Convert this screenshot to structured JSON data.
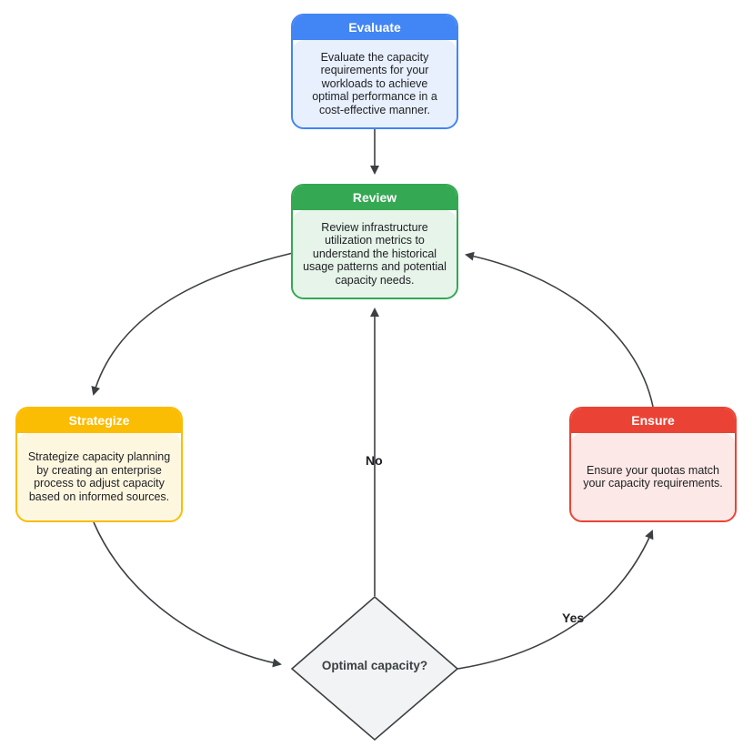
{
  "colors": {
    "evaluate": "#4285f4",
    "review": "#34a853",
    "strategize": "#fbbc04",
    "ensure": "#ea4335",
    "decision_fill": "#f1f3f4",
    "arrow": "#3c4043"
  },
  "cards": {
    "evaluate": {
      "title": "Evaluate",
      "text": "Evaluate the capacity requirements for your workloads to achieve optimal performance in a cost-effective manner."
    },
    "review": {
      "title": "Review",
      "text": "Review infrastructure utilization metrics to understand the historical usage patterns and potential capacity needs."
    },
    "strategize": {
      "title": "Strategize",
      "text": "Strategize capacity planning by creating an enterprise process to adjust capacity based on informed sources."
    },
    "ensure": {
      "title": "Ensure",
      "text": "Ensure your quotas match your capacity requirements."
    }
  },
  "decision": {
    "label": "Optimal capacity?"
  },
  "edges": {
    "no_label": "No",
    "yes_label": "Yes"
  }
}
